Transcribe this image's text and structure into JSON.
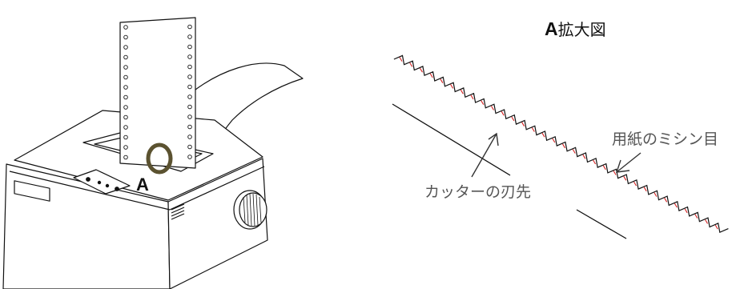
{
  "labels": {
    "point_marker": "A",
    "zoom_title_prefix": "A",
    "zoom_title_suffix": "拡大図",
    "perforation_label": "用紙のミシン目",
    "cutter_label": "カッターの刃先"
  },
  "colors": {
    "line": "#111111",
    "marker_circle": "#5b5230",
    "perforation_red": "#d62020",
    "background": "#ffffff"
  }
}
